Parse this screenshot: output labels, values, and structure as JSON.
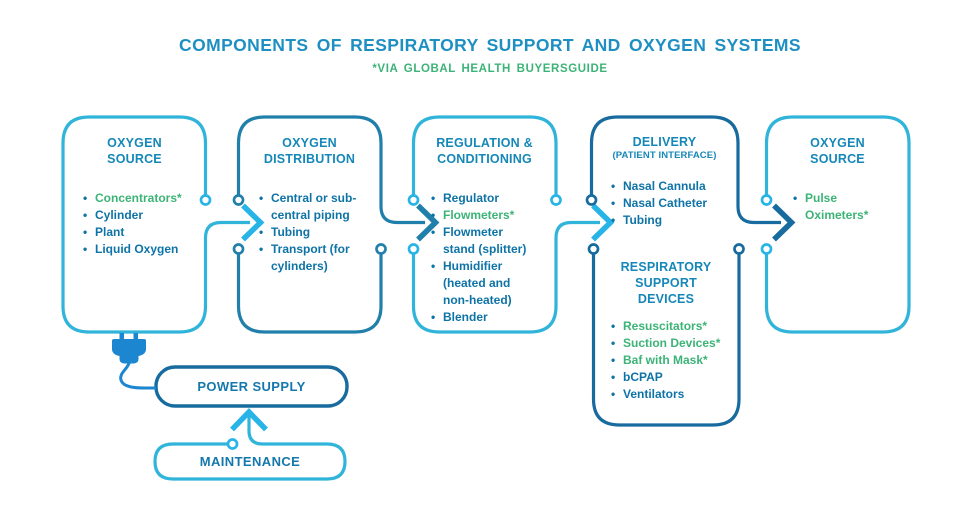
{
  "title": "COMPONENTS  OF RESPIRATORY SUPPORT AND  OXYGEN SYSTEMS",
  "subtitle": "*VIA GLOBAL HEALTH BUYERSGUIDE",
  "colors": {
    "box_cyan": "#31b4da",
    "arrow_cyan": "#29b4e8",
    "box_medium_blue": "#2180ab",
    "box_dark_blue": "#176b9e",
    "title_blue": "#1e8fc2",
    "subtitle_green": "#3cb377",
    "box_header_teal": "#1587b8",
    "bullet_text_blue": "#0e73a6",
    "highlight_green": "#3cb377",
    "plug_blue": "#1d86d0"
  },
  "boxes": {
    "oxygen_source": {
      "title_lines": [
        "OXYGEN",
        "SOURCE"
      ],
      "items": [
        {
          "text": "Concentrators*",
          "green": true
        },
        {
          "text": "Cylinder"
        },
        {
          "text": "Plant"
        },
        {
          "text": "Liquid Oxygen"
        }
      ]
    },
    "oxygen_distribution": {
      "title_lines": [
        "OXYGEN",
        "DISTRIBUTION"
      ],
      "items": [
        {
          "text": "Central or sub-central piping"
        },
        {
          "text": "Tubing"
        },
        {
          "text": "Transport (for cylinders)"
        }
      ]
    },
    "regulation_conditioning": {
      "title_lines": [
        "REGULATION &",
        "CONDITIONING"
      ],
      "items": [
        {
          "text": "Regulator"
        },
        {
          "text": "Flowmeters*",
          "green": true
        },
        {
          "text": "Flowmeter stand (splitter)"
        },
        {
          "text": "Humidifier (heated and non-heated)"
        },
        {
          "text": "Blender"
        }
      ]
    },
    "delivery": {
      "title": "DELIVERY",
      "subtitle": "(PATIENT INTERFACE)",
      "items": [
        {
          "text": "Nasal Cannula"
        },
        {
          "text": "Nasal Catheter"
        },
        {
          "text": "Tubing"
        }
      ]
    },
    "respiratory_support_devices": {
      "title_lines": [
        "RESPIRATORY",
        "SUPPORT",
        "DEVICES"
      ],
      "items": [
        {
          "text": "Resuscitators*",
          "green": true
        },
        {
          "text": "Suction Devices*",
          "green": true
        },
        {
          "text": "Baf with Mask*",
          "green": true
        },
        {
          "text": "bCPAP"
        },
        {
          "text": "Ventilators"
        }
      ]
    },
    "oxygen_source_right": {
      "title_lines": [
        "OXYGEN",
        "SOURCE"
      ],
      "items": [
        {
          "text": "Pulse Oximeters*",
          "green": true
        }
      ]
    },
    "power_supply": {
      "title": "POWER SUPPLY"
    },
    "maintenance": {
      "title": "MAINTENANCE"
    }
  }
}
